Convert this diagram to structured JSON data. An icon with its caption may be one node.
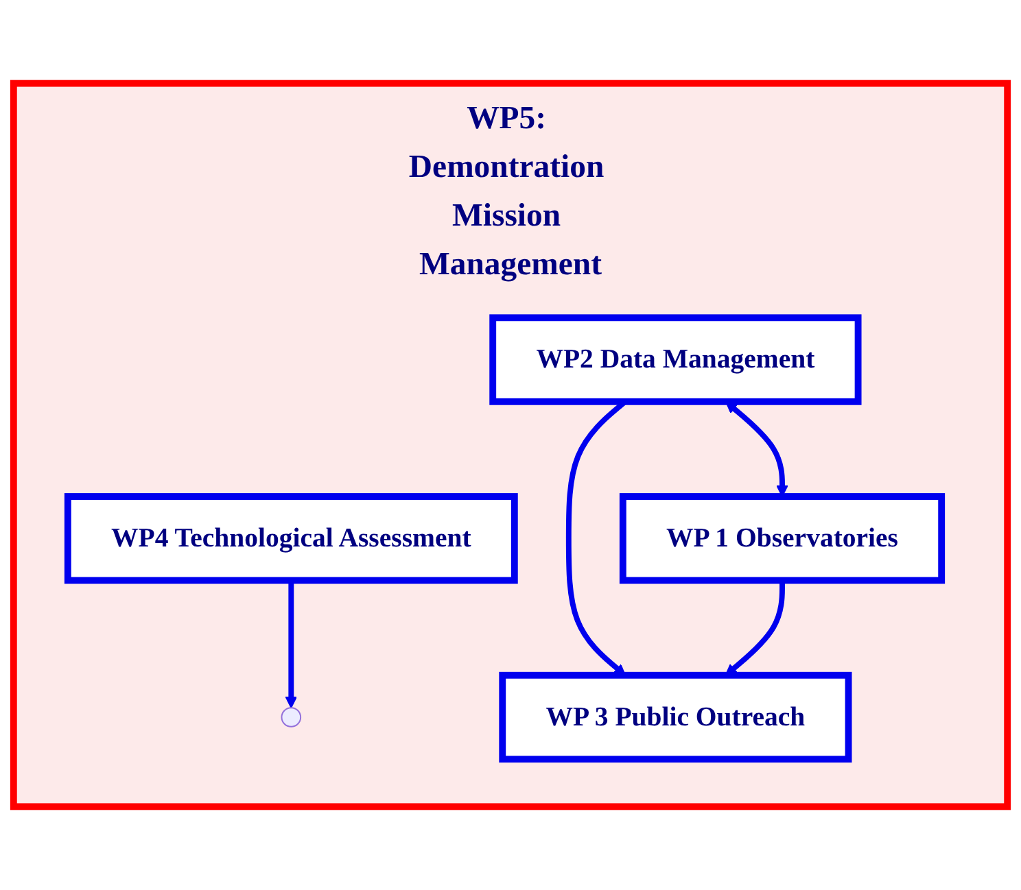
{
  "diagram": {
    "nodes": [
      {
        "text": [
          "WP5: Demontration Mission Management"
        ]
      },
      {
        "text": [
          "WP4 Technological Assessment"
        ],
        "in": 0
      },
      {
        "text": [
          "WP2 Data Management"
        ],
        "in": 0
      },
      {
        "text": [
          "WP 1 Observatories"
        ],
        "in": 0
      },
      {
        "text": [
          "WP 3 Public Outreach"
        ],
        "in": 0
      }
    ],
    "edges": [
      {
        "from": 2,
        "to": 3,
        "arrow": "both"
      },
      {
        "from": 1,
        "to": null,
        "arrow": "to"
      },
      {
        "from": 2,
        "to": 4,
        "arrow": "to"
      },
      {
        "from": 3,
        "to": 4,
        "arrow": "to"
      }
    ]
  }
}
